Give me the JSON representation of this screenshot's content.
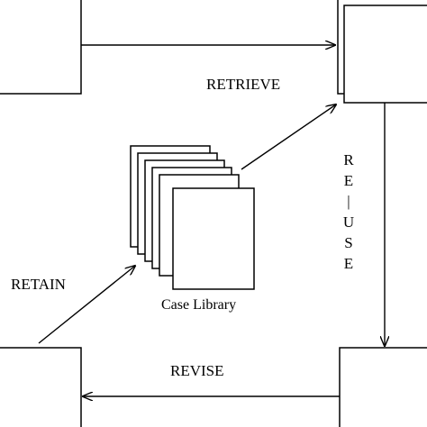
{
  "labels": {
    "retrieve": "RETRIEVE",
    "retain": "RETAIN",
    "revise": "REVISE",
    "case_library": "Case Library",
    "reuse_letters": [
      "R",
      "E",
      "|",
      "U",
      "S",
      "E"
    ]
  },
  "colors": {
    "stroke": "#000000",
    "background": "#ffffff"
  }
}
